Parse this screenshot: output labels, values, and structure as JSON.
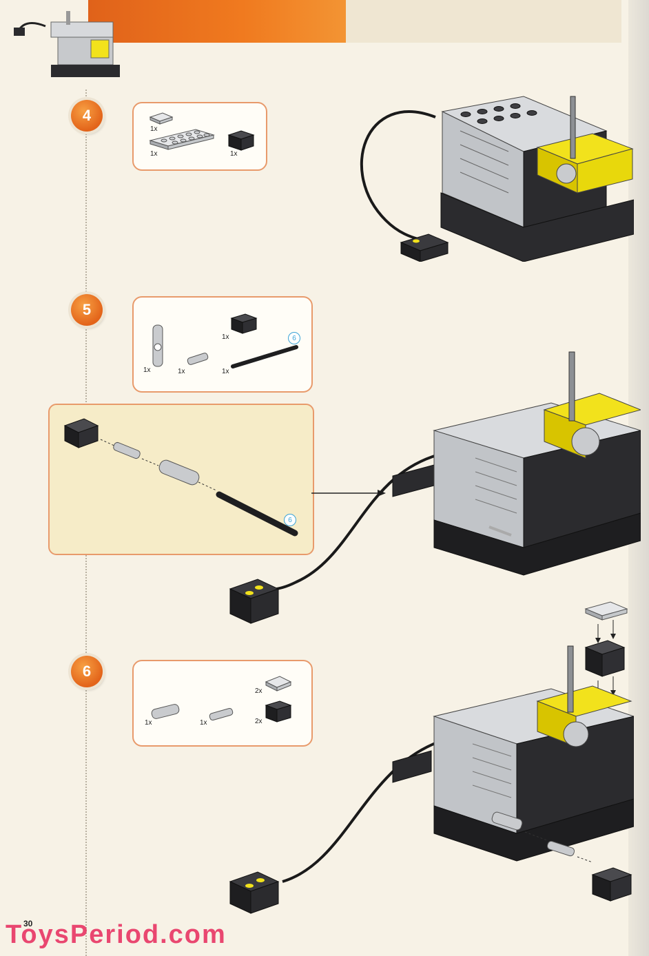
{
  "page_number": "30",
  "watermark": "ToysPeriod.com",
  "steps": [
    {
      "number": "4",
      "parts": [
        {
          "qty": "1x",
          "part": "plate-1x2-gray"
        },
        {
          "qty": "1x",
          "part": "plate-2x6-gray"
        },
        {
          "qty": "1x",
          "part": "brick-2x2-black"
        }
      ]
    },
    {
      "number": "5",
      "parts": [
        {
          "qty": "1x",
          "part": "axle-connector-gray"
        },
        {
          "qty": "1x",
          "part": "pin-gray"
        },
        {
          "qty": "1x",
          "part": "brick-1x2-black"
        },
        {
          "qty": "1x",
          "part": "axle-black",
          "callout": "6"
        }
      ],
      "detail_callout": "6"
    },
    {
      "number": "6",
      "parts": [
        {
          "qty": "1x",
          "part": "axle-connector-gray"
        },
        {
          "qty": "1x",
          "part": "pin-gray"
        },
        {
          "qty": "2x",
          "part": "plate-1x2-gray"
        },
        {
          "qty": "2x",
          "part": "brick-1x2-black"
        }
      ]
    }
  ],
  "colors": {
    "accent_orange": "#e3641a",
    "box_border": "#e89a6b",
    "lego_black": "#2b2b2e",
    "lego_gray": "#bfc2c6",
    "lego_yellow": "#f2e21c",
    "callout_blue": "#3aa3d6"
  }
}
